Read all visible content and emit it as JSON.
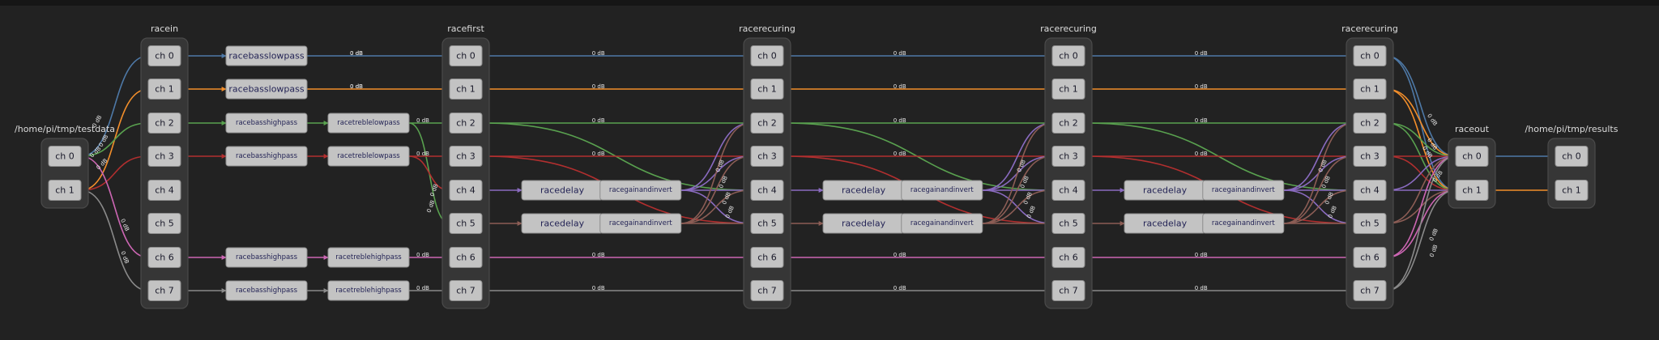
{
  "colors": {
    "ch0": "#4e79a7",
    "ch1": "#f28e2b",
    "ch2": "#59a14f",
    "ch3": "#b22f2f",
    "ch4": "#8a6bc0",
    "ch5": "#8c5d55",
    "ch6": "#cc66b3",
    "ch7": "#8a8a8a"
  },
  "gain_label": "0 dB",
  "groups": [
    {
      "id": "input",
      "title": "/home/pi/tmp/testdata",
      "channels": [
        "ch 0",
        "ch 1"
      ]
    },
    {
      "id": "racein",
      "title": "racein",
      "channels": [
        "ch 0",
        "ch 1",
        "ch 2",
        "ch 3",
        "ch 4",
        "ch 5",
        "ch 6",
        "ch 7"
      ]
    },
    {
      "id": "racefirst",
      "title": "racefirst",
      "channels": [
        "ch 0",
        "ch 1",
        "ch 2",
        "ch 3",
        "ch 4",
        "ch 5",
        "ch 6",
        "ch 7"
      ]
    },
    {
      "id": "racerecuring1",
      "title": "racerecuring",
      "channels": [
        "ch 0",
        "ch 1",
        "ch 2",
        "ch 3",
        "ch 4",
        "ch 5",
        "ch 6",
        "ch 7"
      ]
    },
    {
      "id": "racerecuring2",
      "title": "racerecuring",
      "channels": [
        "ch 0",
        "ch 1",
        "ch 2",
        "ch 3",
        "ch 4",
        "ch 5",
        "ch 6",
        "ch 7"
      ]
    },
    {
      "id": "racerecuring3",
      "title": "racerecuring",
      "channels": [
        "ch 0",
        "ch 1",
        "ch 2",
        "ch 3",
        "ch 4",
        "ch 5",
        "ch 6",
        "ch 7"
      ]
    },
    {
      "id": "raceout",
      "title": "raceout",
      "channels": [
        "ch 0",
        "ch 1"
      ]
    },
    {
      "id": "output",
      "title": "/home/pi/tmp/results",
      "channels": [
        "ch 0",
        "ch 1"
      ]
    }
  ],
  "filters_stage1": [
    {
      "channel": 0,
      "names": [
        "racebasslowpass"
      ]
    },
    {
      "channel": 1,
      "names": [
        "racebasslowpass"
      ]
    },
    {
      "channel": 2,
      "names": [
        "racebasshighpass",
        "racetreblelowpass"
      ]
    },
    {
      "channel": 3,
      "names": [
        "racebasshighpass",
        "racetreblelowpass"
      ]
    },
    {
      "channel": 6,
      "names": [
        "racebasshighpass",
        "racetreblehighpass"
      ]
    },
    {
      "channel": 7,
      "names": [
        "racebasshighpass",
        "racetreblehighpass"
      ]
    }
  ],
  "filters_recurring": [
    {
      "channel": 4,
      "names": [
        "racedelay",
        "racegainandinvert"
      ]
    },
    {
      "channel": 5,
      "names": [
        "racedelay",
        "racegainandinvert"
      ]
    }
  ]
}
